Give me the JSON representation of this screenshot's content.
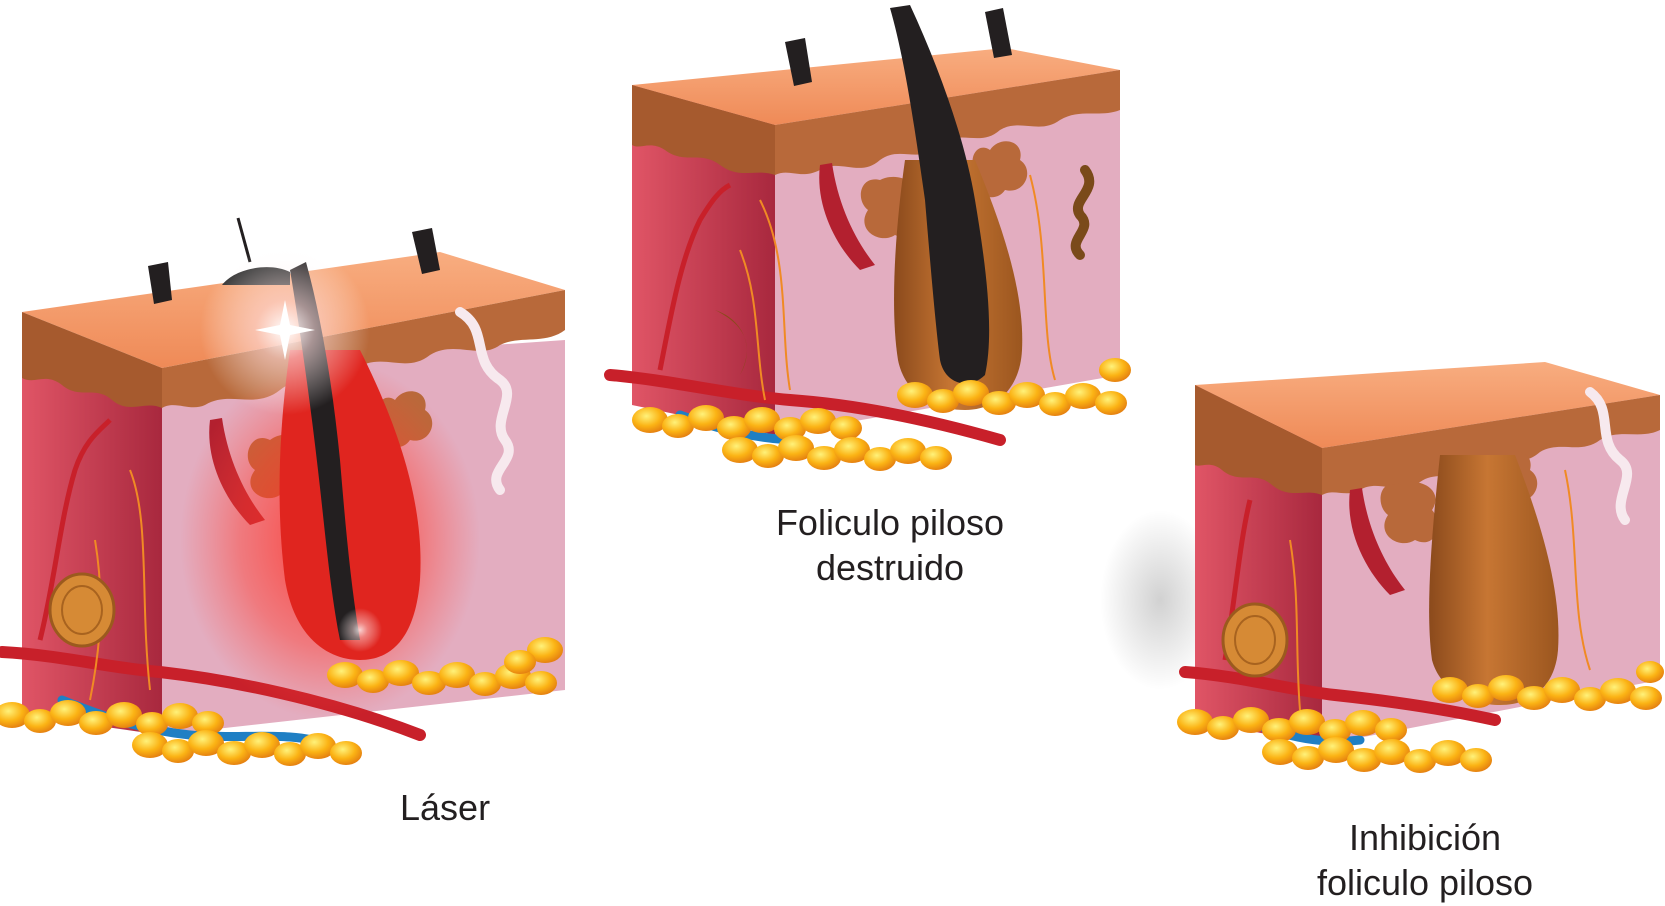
{
  "captions": {
    "laser": "Láser",
    "destroyed_line1": "Foliculo piloso",
    "destroyed_line2": "destruido",
    "inhibition_line1": "Inhibición",
    "inhibition_line2": "foliculo piloso"
  },
  "colors": {
    "skin_top": "#f49a6c",
    "epidermis": "#b86b3a",
    "dermis": "#e3adc0",
    "side_face": "#d9485f",
    "follicle": "#c06c30",
    "hair": "#231f20",
    "artery": "#d1262d",
    "vein": "#1f7fc4",
    "fat": "#fbb314",
    "laser": "#ee2427"
  }
}
